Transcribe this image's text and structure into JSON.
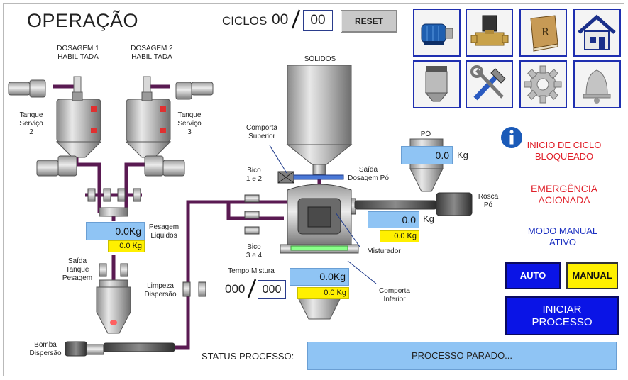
{
  "header": {
    "title": "OPERAÇÃO",
    "cycles_label": "CICLOS",
    "cycles_current": "00",
    "cycles_target": "00",
    "reset_label": "RESET"
  },
  "icons": [
    {
      "name": "motor-icon"
    },
    {
      "name": "valve-icon"
    },
    {
      "name": "recipe-book-icon",
      "text": "R"
    },
    {
      "name": "home-icon"
    },
    {
      "name": "silo-icon"
    },
    {
      "name": "tools-icon"
    },
    {
      "name": "gear-icon"
    },
    {
      "name": "bell-icon"
    }
  ],
  "process": {
    "dosagem1": "DOSAGEM 1\nHABILITADA",
    "dosagem2": "DOSAGEM 2\nHABILITADA",
    "tanque2": "Tanque\nServiço\n2",
    "tanque3": "Tanque\nServiço\n3",
    "pesagem_liquidos_label": "Pesagem\nLiquidos",
    "pesagem_liquidos_value": "0.0Kg",
    "pesagem_liquidos_sub": "0.0 Kg",
    "saida_tanque": "Saída\nTanque\nPesagem",
    "limpeza": "Limpeza\nDispersão",
    "bomba": "Bomba\nDispersão",
    "solidos": "SÓLIDOS",
    "comporta_superior": "Comporta\nSuperior",
    "bico12": "Bico\n1 e 2",
    "bico34": "Bico\n3 e 4",
    "saida_dosagem_po": "Saída\nDosagem Pó",
    "po_label": "PÓ",
    "po_value": "0.0",
    "po_unit": "Kg",
    "rosca_po": "Rosca\nPó",
    "rosca_value": "0.0",
    "rosca_unit": "Kg",
    "rosca_sub": "0.0 Kg",
    "misturador": "Misturador",
    "tempo_mistura_label": "Tempo Mistura",
    "tempo_current": "000",
    "tempo_target": "000",
    "mixer_value": "0.0Kg",
    "mixer_sub": "0.0 Kg",
    "comporta_inferior": "Comporta\nInferior"
  },
  "messages": {
    "inicio_ciclo": "INICIO DE CICLO\nBLOQUEADO",
    "emergencia": "EMERGÊNCIA\nACIONADA",
    "modo_manual": "MODO MANUAL\nATIVO"
  },
  "controls": {
    "auto_label": "AUTO",
    "manual_label": "MANUAL",
    "iniciar_label": "INICIAR\nPROCESSO"
  },
  "status": {
    "label": "STATUS PROCESSO:",
    "value": "PROCESSO PARADO..."
  },
  "colors": {
    "pipe": "#5a1a52",
    "accent_blue": "#0a14e6",
    "alarm_red": "#e0202a",
    "field_blue": "#8fc4f4",
    "field_yellow": "#fff000"
  }
}
